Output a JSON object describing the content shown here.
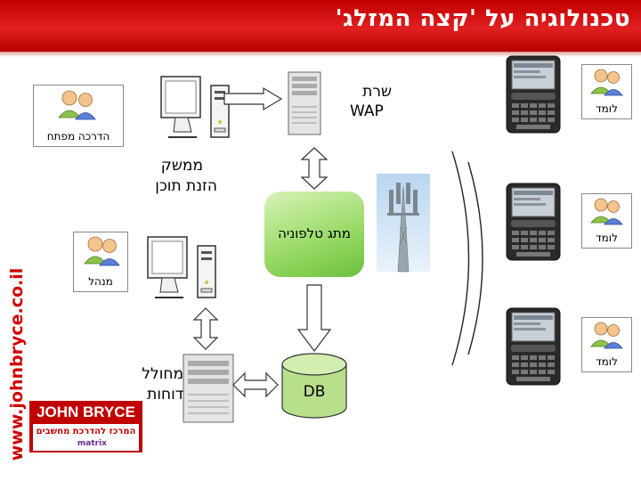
{
  "title": "טכנולוגיה על 'קצה המזלג'",
  "side_url": "www.johnbryce.co.il",
  "logo": {
    "brand": "JOHN BRYCE",
    "tagline": "המרכז להדרכת מחשבים",
    "sub": "matrix"
  },
  "labels": {
    "wap_server_line1": "שרת",
    "wap_server_line2": "WAP",
    "content_ui_line1": "ממשק",
    "content_ui_line2": "הזנת תוכן",
    "phone_switch": "מתג טלפוניה",
    "reports_line1": "מחולל",
    "reports_line2": "דוחות",
    "db": "DB"
  },
  "users": {
    "open_learning": "הדרכה מפתח",
    "manager": "מנהל",
    "learner_1": "לומד",
    "learner_2": "לומד",
    "learner_3": "לומד"
  },
  "colors": {
    "title_bar": "#d00000",
    "switch": "#96d862",
    "db": "#b8e08c"
  }
}
